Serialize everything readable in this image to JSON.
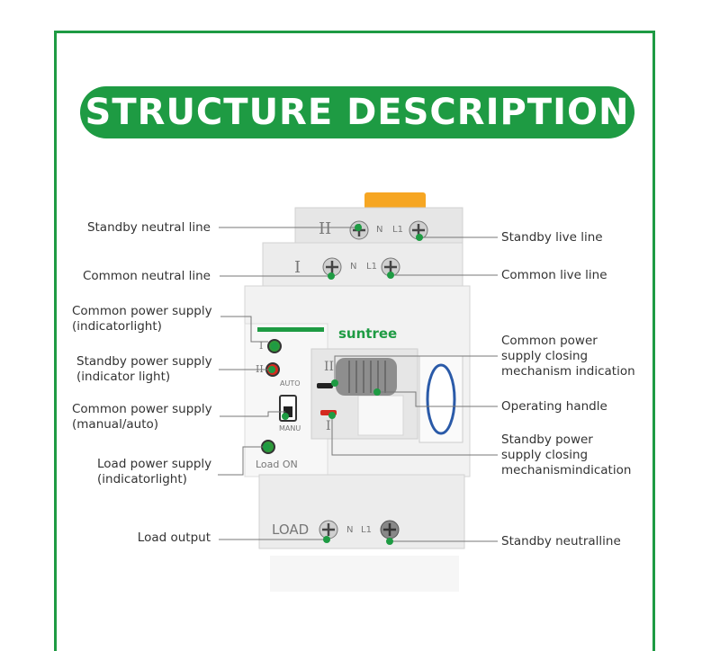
{
  "title": "STRUCTURE DESCRIPTION",
  "brand": "suntree",
  "device_marks": {
    "standby_roman": "II",
    "common_roman": "I",
    "n": "N",
    "l1": "L1",
    "auto": "AUTO",
    "manu": "MANU",
    "load_on": "Load ON",
    "load": "LOAD",
    "sw_top": "II",
    "sw_bottom": "I",
    "sw_left_top": "I",
    "sw_left_mid": "II"
  },
  "labels": {
    "standby_neutral": [
      "Standby neutral line"
    ],
    "common_neutral": [
      "Common neutral line"
    ],
    "common_supply_ind": [
      "Common power supply",
      "(indicatorlight)"
    ],
    "standby_supply_ind": [
      "Standby power supply",
      "(indicator light)"
    ],
    "common_supply_manual": [
      "Common power supply",
      "(manual/auto)"
    ],
    "load_supply": [
      "Load power supply",
      "(indicatorlight)"
    ],
    "load_output": [
      "Load output"
    ],
    "standby_live": [
      "Standby live line"
    ],
    "common_live": [
      "Common live line"
    ],
    "common_closing": [
      "Common power",
      "supply closing",
      "mechanism indication"
    ],
    "operating_handle": [
      "Operating handle"
    ],
    "standby_closing": [
      "Standby power",
      "supply closing",
      "mechanismindication"
    ],
    "standby_neutralline": [
      "Standby neutralline"
    ]
  },
  "colors": {
    "accent": "#1e9b43",
    "text": "#333333",
    "device_body": "#eeeeee",
    "indicator_red": "#d42a1f",
    "indicator_green": "#2e9a3a",
    "cap_orange": "#f6a623"
  }
}
